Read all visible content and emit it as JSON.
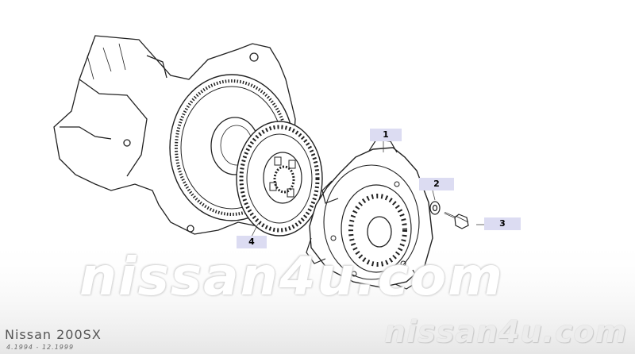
{
  "callouts": {
    "part1": "1",
    "part2": "2",
    "part3": "3",
    "part4": "4"
  },
  "footer": {
    "model": "Nissan 200SX",
    "dates": "4.1994 - 12.1999",
    "brand": "nissan4u.com"
  },
  "watermark": {
    "text": "nissan4u.com"
  }
}
